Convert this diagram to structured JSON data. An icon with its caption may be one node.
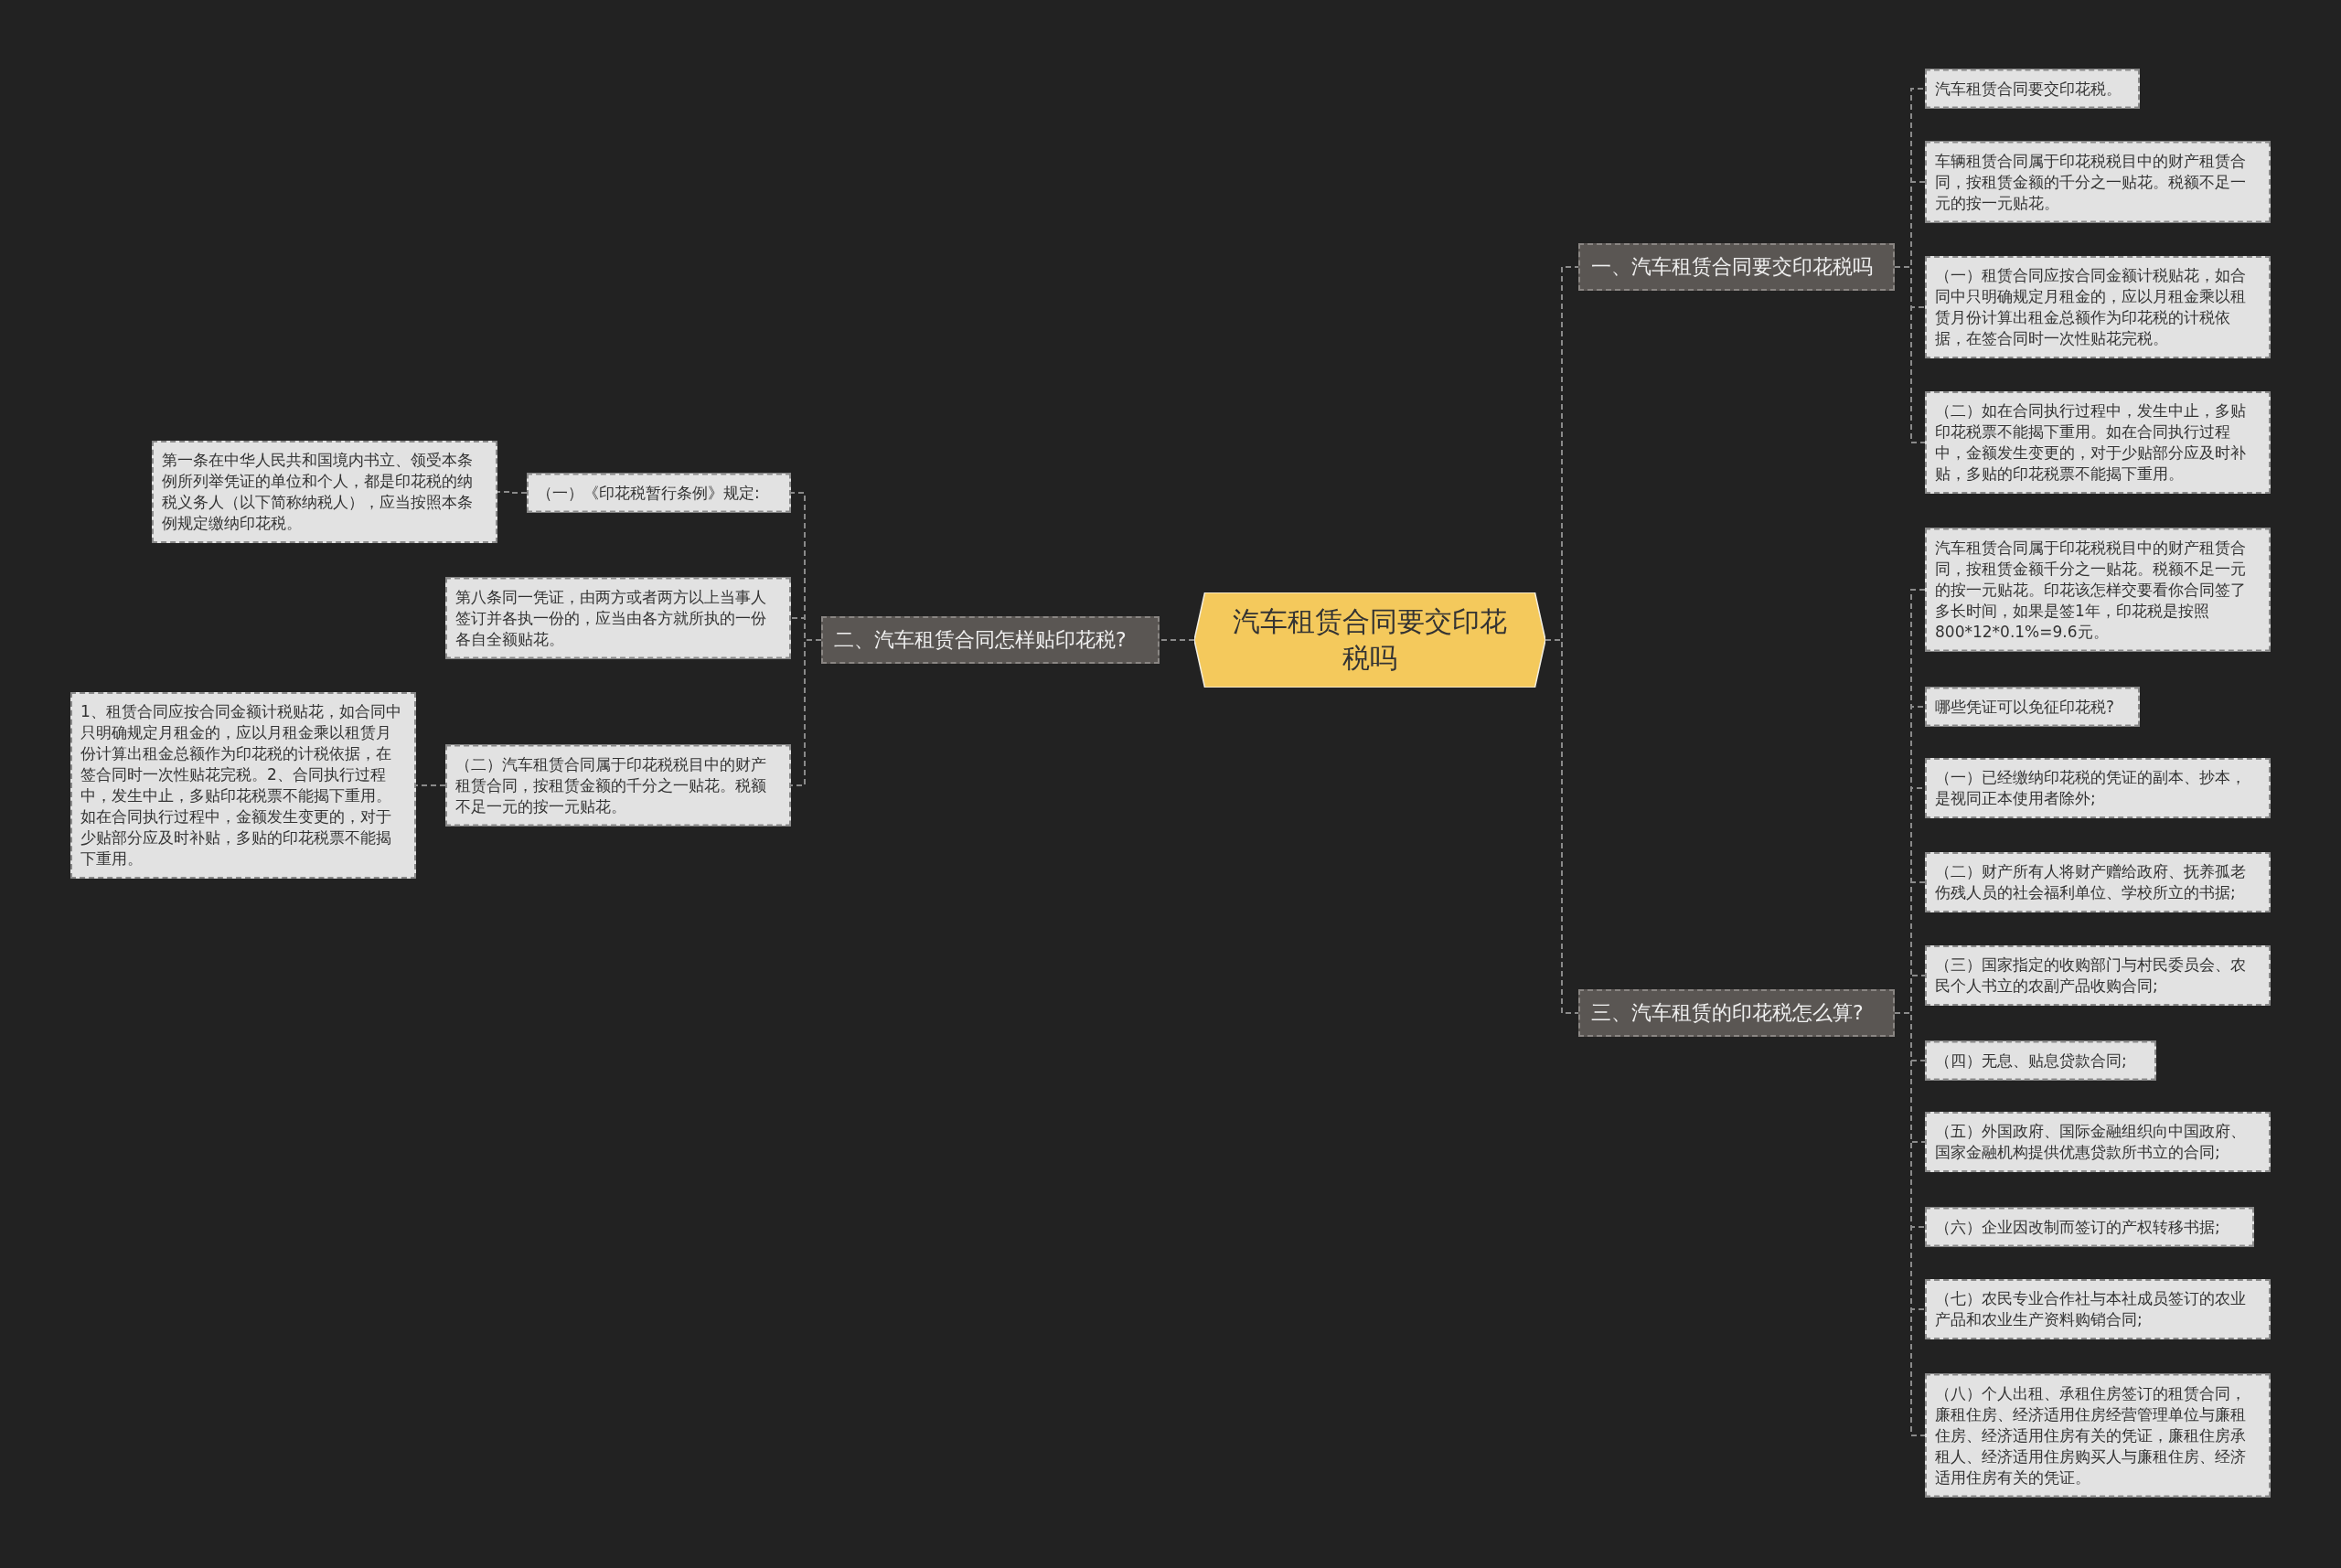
{
  "diagram": {
    "nodes": [
      {
        "text": [
          "汽车租赁合同要交印花税吗"
        ]
      },
      {
        "text": [
          "一、汽车租赁合同要交印花税吗"
        ]
      },
      {
        "text": [
          "汽车租赁合同要交印花税。"
        ]
      },
      {
        "text": [
          "车辆租赁合同属于印花税税目中的财产租赁合同，按租赁金额的千分之一贴花。税额不足一元的按一元贴花。"
        ]
      },
      {
        "text": [
          "（一）租赁合同应按合同金额计税贴花，如合同中只明确规定月租金的，应以月租金乘以租赁月份计算出租金总额作为印花税的计税依据，在签合同时一次性贴花完税。"
        ]
      },
      {
        "text": [
          "（二）如在合同执行过程中，发生中止，多贴印花税票不能揭下重用。如在合同执行过程中，金额发生变更的，对于少贴部分应及时补贴，多贴的印花税票不能揭下重用。"
        ]
      },
      {
        "text": [
          "二、汽车租赁合同怎样贴印花税?"
        ]
      },
      {
        "text": [
          "（一）《印花税暂行条例》规定:"
        ]
      },
      {
        "text": [
          "第一条在中华人民共和国境内书立、领受本条例所列举凭证的单位和个人，都是印花税的纳税义务人（以下简称纳税人），应当按照本条例规定缴纳印花税。"
        ]
      },
      {
        "text": [
          "第八条同一凭证，由两方或者两方以上当事人签订并各执一份的，应当由各方就所执的一份各自全额贴花。"
        ]
      },
      {
        "text": [
          "（二）汽车租赁合同属于印花税税目中的财产租赁合同，按租赁金额的千分之一贴花。税额不足一元的按一元贴花。"
        ]
      },
      {
        "text": [
          "1、租赁合同应按合同金额计税贴花，如合同中只明确规定月租金的，应以月租金乘以租赁月份计算出租金总额作为印花税的计税依据，在签合同时一次性贴花完税。2、合同执行过程中，发生中止，多贴印花税票不能揭下重用。如在合同执行过程中，金额发生变更的，对于少贴部分应及时补贴，多贴的印花税票不能揭下重用。"
        ]
      },
      {
        "text": [
          "三、汽车租赁的印花税怎么算?"
        ]
      },
      {
        "text": [
          "汽车租赁合同属于印花税税目中的财产租赁合同，按租赁金额千分之一贴花。税额不足一元的按一元贴花。印花该怎样交要看你合同签了多长时间，如果是签1年，印花税是按照800*12*0.1%=9.6元。"
        ]
      },
      {
        "text": [
          "哪些凭证可以免征印花税?"
        ]
      },
      {
        "text": [
          "（一）已经缴纳印花税的凭证的副本、抄本，是视同正本使用者除外;"
        ]
      },
      {
        "text": [
          "（二）财产所有人将财产赠给政府、抚养孤老伤残人员的社会福利单位、学校所立的书据;"
        ]
      },
      {
        "text": [
          "（三）国家指定的收购部门与村民委员会、农民个人书立的农副产品收购合同;"
        ]
      },
      {
        "text": [
          "（四）无息、贴息贷款合同;"
        ]
      },
      {
        "text": [
          "（五）外国政府、国际金融组织向中国政府、国家金融机构提供优惠贷款所书立的合同;"
        ]
      },
      {
        "text": [
          "（六）企业因改制而签订的产权转移书据;"
        ]
      },
      {
        "text": [
          "（七）农民专业合作社与本社成员签订的农业产品和农业生产资料购销合同;"
        ]
      },
      {
        "text": [
          "（八）个人出租、承租住房签订的租赁合同，廉租住房、经济适用住房经营管理单位与廉租住房、经济适用住房有关的凭证，廉租住房承租人、经济适用住房购买人与廉租住房、经济适用住房有关的凭证。"
        ]
      }
    ],
    "edges": [
      {
        "from": 0,
        "to": 1,
        "arrow": "none"
      },
      {
        "from": 1,
        "to": 2,
        "arrow": "none"
      },
      {
        "from": 1,
        "to": 3,
        "arrow": "none"
      },
      {
        "from": 1,
        "to": 4,
        "arrow": "none"
      },
      {
        "from": 1,
        "to": 5,
        "arrow": "none"
      },
      {
        "from": 0,
        "to": 6,
        "arrow": "none"
      },
      {
        "from": 6,
        "to": 7,
        "arrow": "none"
      },
      {
        "from": 7,
        "to": 8,
        "arrow": "none"
      },
      {
        "from": 6,
        "to": 9,
        "arrow": "none"
      },
      {
        "from": 6,
        "to": 10,
        "arrow": "none"
      },
      {
        "from": 10,
        "to": 11,
        "arrow": "none"
      },
      {
        "from": 0,
        "to": 12,
        "arrow": "none"
      },
      {
        "from": 12,
        "to": 13,
        "arrow": "none"
      },
      {
        "from": 12,
        "to": 14,
        "arrow": "none"
      },
      {
        "from": 12,
        "to": 15,
        "arrow": "none"
      },
      {
        "from": 12,
        "to": 16,
        "arrow": "none"
      },
      {
        "from": 12,
        "to": 17,
        "arrow": "none"
      },
      {
        "from": 12,
        "to": 18,
        "arrow": "none"
      },
      {
        "from": 12,
        "to": 19,
        "arrow": "none"
      },
      {
        "from": 12,
        "to": 20,
        "arrow": "none"
      },
      {
        "from": 12,
        "to": 21,
        "arrow": "none"
      },
      {
        "from": 12,
        "to": 22,
        "arrow": "none"
      }
    ]
  }
}
